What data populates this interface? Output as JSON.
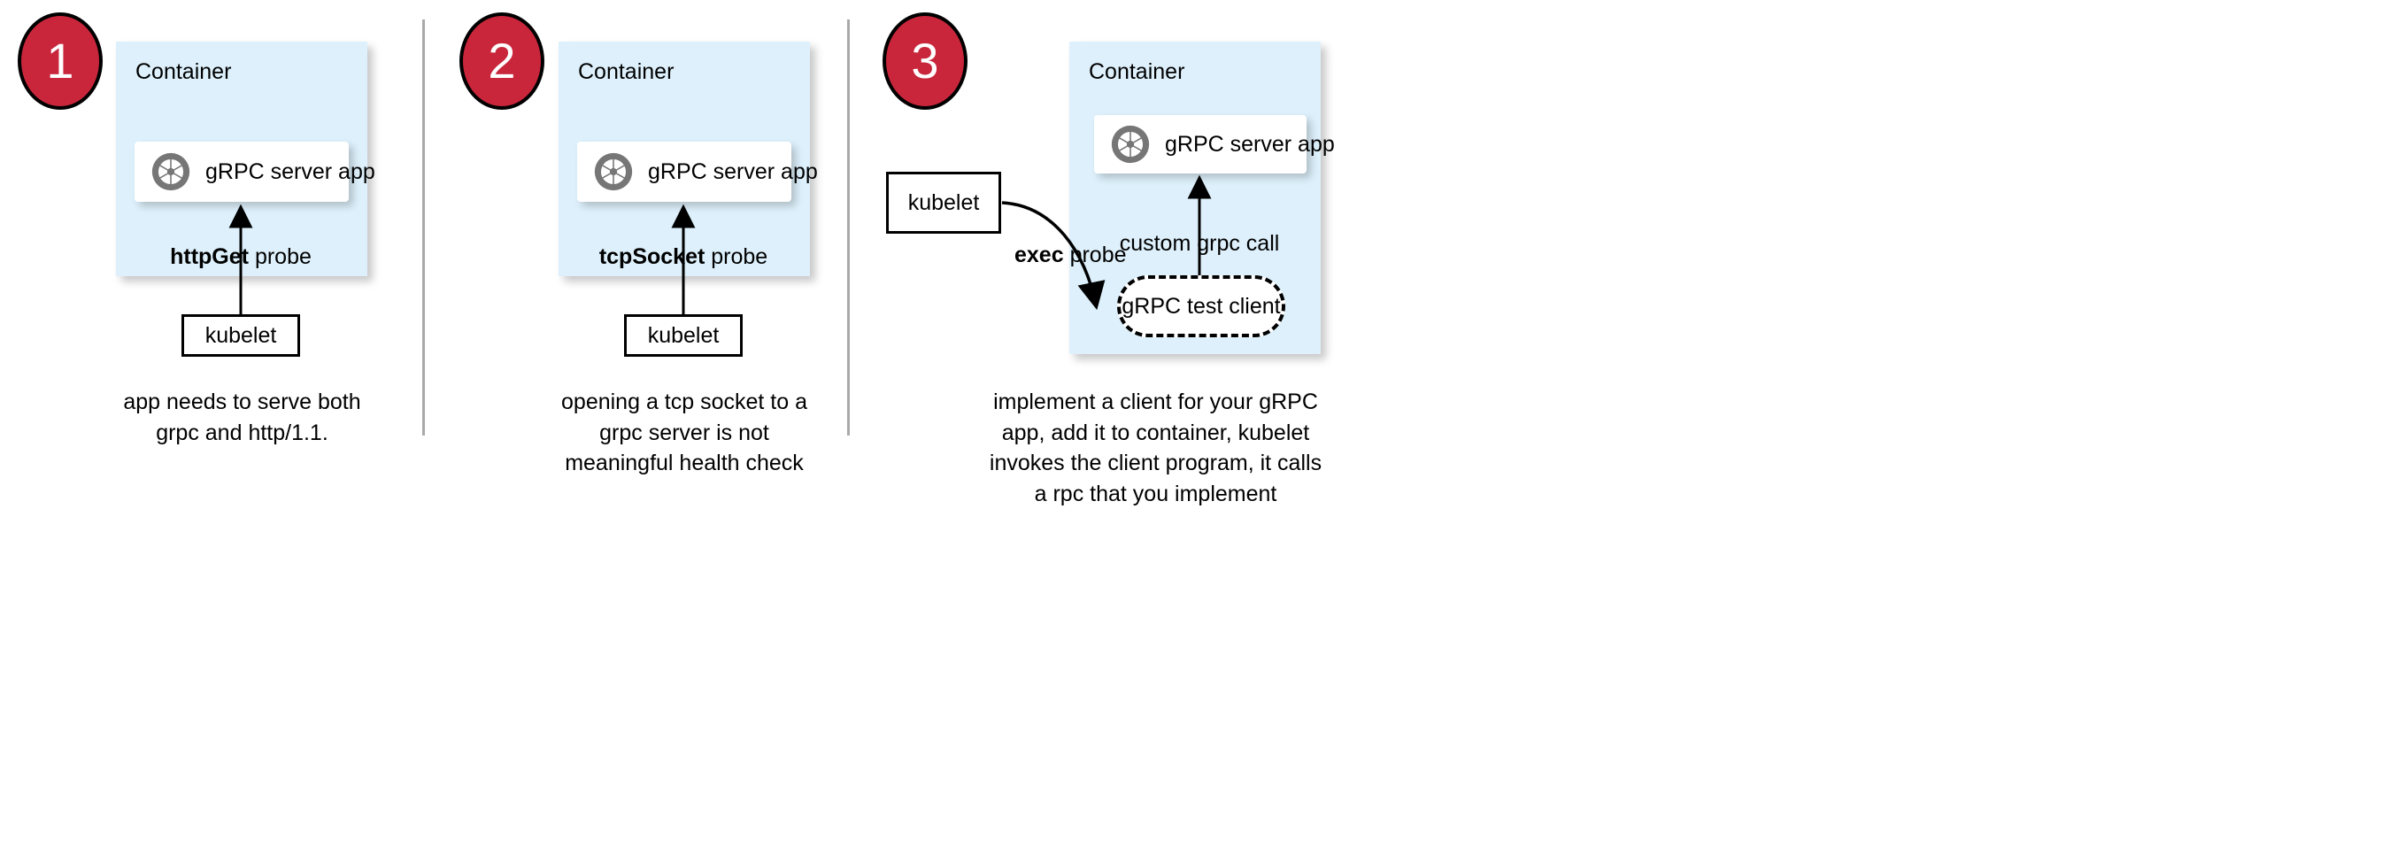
{
  "diagram": {
    "title": "gRPC health check probe approaches",
    "colors": {
      "badge_fill": "#c9263c",
      "badge_text": "#ffffff",
      "container_fill": "#ddf0fb",
      "card_fill": "#ffffff",
      "stroke": "#000000",
      "divider": "#a9a9a9",
      "icon_gray": "#767676"
    },
    "panels": [
      {
        "number": "1",
        "container_label": "Container",
        "app_label": "gRPC server app",
        "app_icon": "grpc-aperture-icon",
        "probe_label_bold": "httpGet",
        "probe_label_rest": " probe",
        "kubelet_label": "kubelet",
        "caption": "app needs to serve both grpc and http/1.1."
      },
      {
        "number": "2",
        "container_label": "Container",
        "app_label": "gRPC server app",
        "app_icon": "grpc-aperture-icon",
        "probe_label_bold": "tcpSocket",
        "probe_label_rest": " probe",
        "kubelet_label": "kubelet",
        "caption": "opening a tcp socket to a grpc server is not meaningful health check"
      },
      {
        "number": "3",
        "container_label": "Container",
        "app_label": "gRPC server app",
        "app_icon": "grpc-aperture-icon",
        "probe_label_bold": "exec",
        "probe_label_rest": " probe",
        "kubelet_label": "kubelet",
        "test_client_label": "gRPC test client",
        "internal_call_label": "custom grpc call",
        "caption": "implement a client for your gRPC app, add it to container, kubelet invokes the client program, it calls a rpc that you implement"
      }
    ]
  }
}
